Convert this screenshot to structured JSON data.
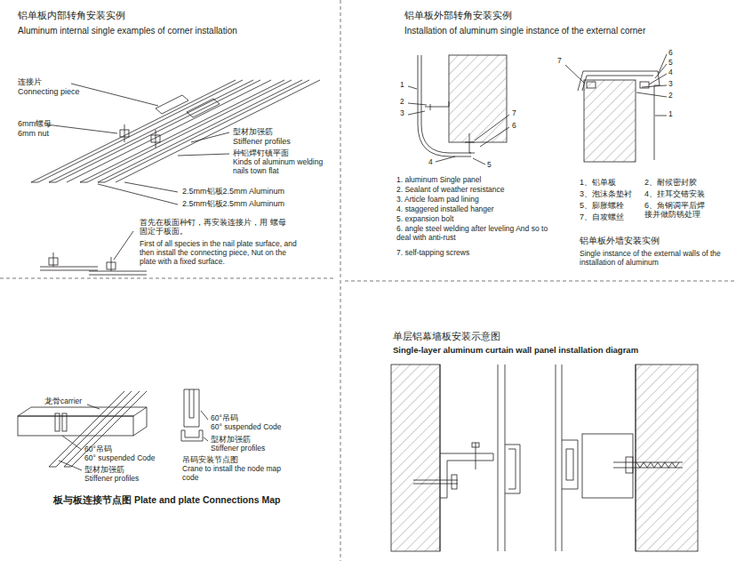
{
  "diagram": {
    "labels": [
      "铝单板内部转角安装实例",
      "Aluminum internal single examples of corner installation",
      "连接片",
      "Connecting piece",
      "6mm螺母",
      "6mm nut",
      "型材加强筋",
      "Stiffener profiles",
      "种铝焊钉镇平面",
      "Kinds of aluminum welding nails town flat",
      "2.5mm铝板2.5mm Aluminum",
      "2.5mm铝板2.5mm Aluminum",
      "首先在板面种钉，再安装连接片，用 螺母固定于板面。",
      "First of all species in the nail plate surface, and then install the connecting piece, Nut on the plate with a fixed surface.",
      "铝单板外部转角安装实例",
      "Installation of aluminum single instance of the external corner",
      "1",
      "2",
      "3",
      "7",
      "6",
      "4",
      "5",
      "7",
      "6",
      "5",
      "4",
      "3",
      "2",
      "1",
      "1. aluminum Single panel",
      "2. Sealant of weather resistance",
      "3. Article foam pad lining",
      "4. staggered installed hanger",
      "5. expansion bolt",
      "6. angle steel welding after leveling And so to deal with anti-rust",
      "7. self-tapping screws",
      "1、铝单板",
      "2、耐候密封胶",
      "3、泡沫条垫衬",
      "4、挂耳交错安装",
      "5、膨胀螺栓",
      "6、角钢调平后焊 接并做防锈处理",
      "7、自攻螺丝",
      "铝单板外墙安装实例",
      "Single instance of the external walls of the installation of aluminum",
      "龙骨carrier",
      "60°吊码",
      "60° suspended Code",
      "型材加强筋",
      "Stiffener profiles",
      "60°吊码",
      "60° suspended Code",
      "型材加强筋",
      "Stiffener profiles",
      "吊码安装节点图",
      "Crane to install the node map code",
      "板与板连接节点图 Plate and plate Connections Map",
      "单层铝幕墙板安装示意图",
      "Single-layer aluminum curtain wall panel installation diagram"
    ]
  }
}
